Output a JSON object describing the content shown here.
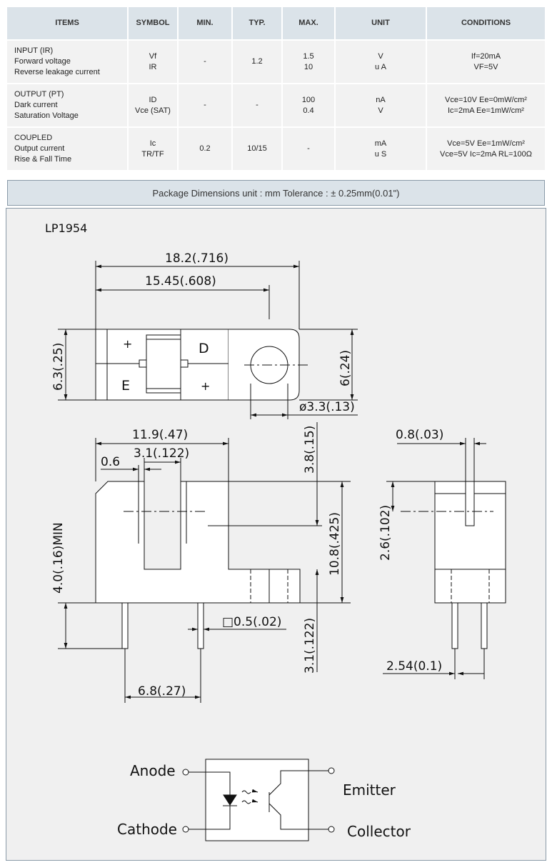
{
  "table": {
    "headers": [
      "ITEMS",
      "SYMBOL",
      "MIN.",
      "TYP.",
      "MAX.",
      "UNIT",
      "CONDITIONS"
    ],
    "rows": [
      {
        "items": [
          "INPUT (IR)",
          "Forward voltage",
          "Reverse leakage current"
        ],
        "symbol": [
          "Vf",
          "IR"
        ],
        "min": [
          "-"
        ],
        "typ": [
          "1.2"
        ],
        "max": [
          "1.5",
          "10"
        ],
        "unit": [
          "V",
          "u A"
        ],
        "conditions": [
          "If=20mA",
          "VF=5V"
        ]
      },
      {
        "items": [
          "OUTPUT (PT)",
          "Dark current",
          "Saturation Voltage"
        ],
        "symbol": [
          "ID",
          "Vce (SAT)"
        ],
        "min": [
          "-"
        ],
        "typ": [
          "-"
        ],
        "max": [
          "100",
          "0.4"
        ],
        "unit": [
          "nA",
          "V"
        ],
        "conditions": [
          "Vce=10V  Ee=0mW/cm²",
          "Ic=2mA   Ee=1mW/cm²"
        ]
      },
      {
        "items": [
          "COUPLED",
          "Output current",
          "Rise & Fall Time"
        ],
        "symbol": [
          "Ic",
          "TR/TF"
        ],
        "min": [
          "0.2"
        ],
        "typ": [
          "10/15"
        ],
        "max": [
          "-"
        ],
        "unit": [
          "mA",
          "u S"
        ],
        "conditions": [
          "Vce=5V  Ee=1mW/cm²",
          "Vce=5V  Ic=2mA  RL=100Ω"
        ]
      }
    ]
  },
  "package_title": "Package Dimensions   unit : mm  Tolerance : ± 0.25mm(0.01\")",
  "drawing": {
    "part_number": "LP1954",
    "top_view": {
      "overall_length": "18.2(.716)",
      "hole_center": "15.45(.608)",
      "height_left": "6.3(.25)",
      "height_right": "6(.24)",
      "hole_dia": "ø3.3(.13)",
      "plus1": "+",
      "d_label": "D",
      "e_label": "E",
      "plus2": "+"
    },
    "front_view": {
      "width": "11.9(.47)",
      "slot": "3.1(.122)",
      "wall": "0.6",
      "slot_depth": "3.8(.15)",
      "body_height": "10.8(.425)",
      "min_height": "4.0(.16)MIN",
      "pin_size": "□0.5(.02)",
      "pin_len": "3.1(.122)",
      "pin_pitch": "6.8(.27)"
    },
    "side_view": {
      "aperture": "0.8(.03)",
      "aperture_h": "2.6(.102)",
      "pitch": "2.54(0.1)"
    },
    "schematic": {
      "anode": "Anode",
      "cathode": "Cathode",
      "emitter": "Emitter",
      "collector": "Collector"
    }
  }
}
